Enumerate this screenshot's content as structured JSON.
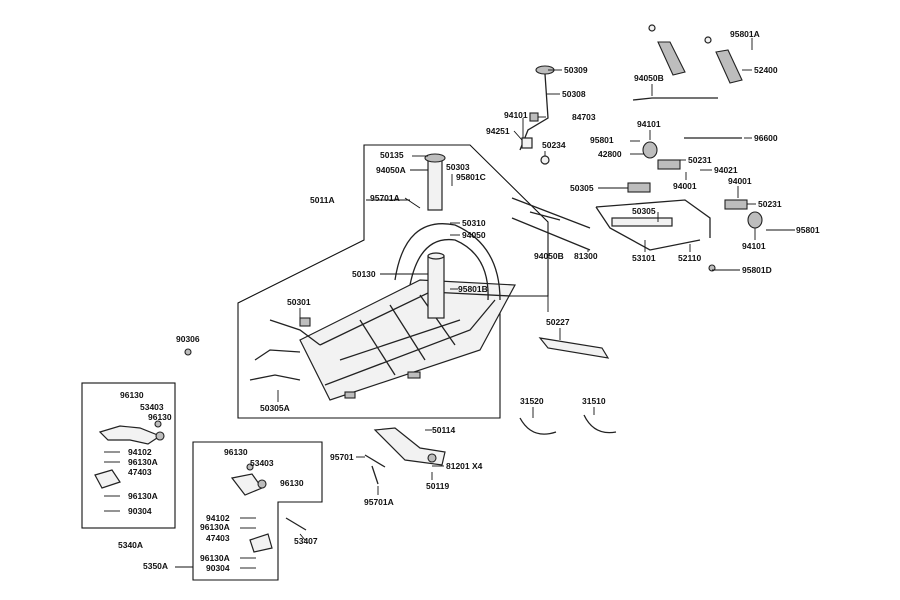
{
  "callouts": {
    "c50309": "50309",
    "c50308": "50308",
    "c94101a": "94101",
    "c84703": "84703",
    "c94251": "94251",
    "c50234": "50234",
    "c95801Aa": "95801A",
    "c52400": "52400",
    "c94050B_top": "94050B",
    "c94101b": "94101",
    "c95801": "95801",
    "c42800": "42800",
    "c96600": "96600",
    "c50231a": "50231",
    "c94021": "94021",
    "c94001a": "94001",
    "c94001b": "94001",
    "c50231b": "50231",
    "c50305a": "50305",
    "c50305b": "50305",
    "c95801r": "95801",
    "c94101c": "94101",
    "c53101": "53101",
    "c52110": "52110",
    "c95801D": "95801D",
    "c94050B": "94050B",
    "c81300": "81300",
    "c50135": "50135",
    "c94050A": "94050A",
    "c50303": "50303",
    "c95801C": "95801C",
    "c5011A": "5011A",
    "c95701A": "95701A",
    "c50310": "50310",
    "c94050": "94050",
    "c50130": "50130",
    "c95801B": "95801B",
    "c50301": "50301",
    "c50227": "50227",
    "c90306": "90306",
    "c50305A": "50305A",
    "c31520": "31520",
    "c31510": "31510",
    "c50114": "50114",
    "c95701": "95701",
    "c81201": "81201 X4",
    "c50119": "50119",
    "c95701A_b": "95701A",
    "g1_96130": "96130",
    "g1_53403": "53403",
    "g1_96130b": "96130",
    "g1_94102": "94102",
    "g1_96130A": "96130A",
    "g1_47403": "47403",
    "g1_96130Ab": "96130A",
    "g1_90304": "90304",
    "c5340A": "5340A",
    "g2_96130": "96130",
    "g2_53403": "53403",
    "g2_96130b": "96130",
    "g2_94102": "94102",
    "g2_96130A": "96130A",
    "g2_47403": "47403",
    "g2_96130Ab": "96130A",
    "g2_90304": "90304",
    "c53407": "53407",
    "c5350A": "5350A"
  }
}
